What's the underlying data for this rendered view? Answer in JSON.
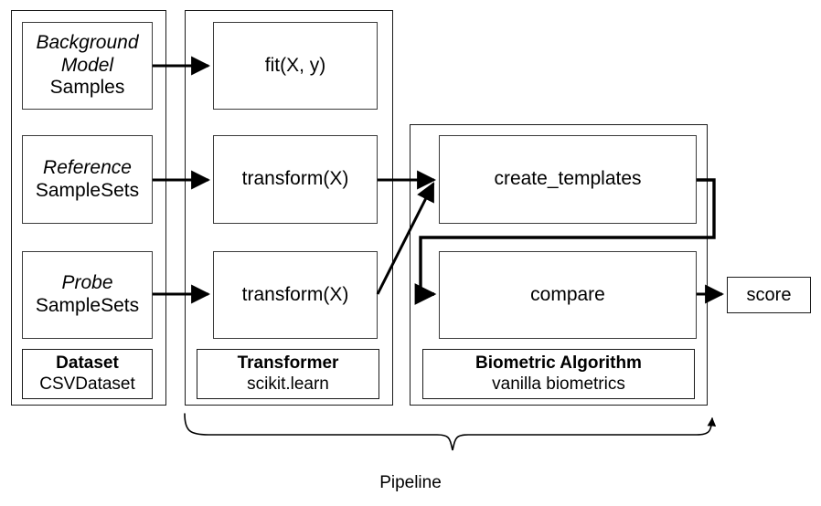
{
  "diagram": {
    "title": "Biometrics pipeline block diagram",
    "stroke_color": "#1a1a1a",
    "background": "#ffffff"
  },
  "columns": [
    {
      "id": "dataset",
      "legend_title": "Dataset",
      "legend_subtitle": "CSVDataset",
      "nodes": [
        {
          "id": "background-model-samples",
          "line1": "Background",
          "line2": "Model",
          "line3": "Samples",
          "italic_lines": 2
        },
        {
          "id": "reference-samplesets",
          "line1": "Reference",
          "line2": "SampleSets",
          "italic_lines": 1
        },
        {
          "id": "probe-samplesets",
          "line1": "Probe",
          "line2": "SampleSets",
          "italic_lines": 1
        }
      ]
    },
    {
      "id": "transformer",
      "legend_title": "Transformer",
      "legend_subtitle": "scikit.learn",
      "nodes": [
        {
          "id": "fit",
          "line1": "fit(X, y)"
        },
        {
          "id": "transform-reference",
          "line1": "transform(X)"
        },
        {
          "id": "transform-probe",
          "line1": "transform(X)"
        }
      ]
    },
    {
      "id": "biometric-algorithm",
      "legend_title": "Biometric Algorithm",
      "legend_subtitle": "vanilla biometrics",
      "nodes": [
        {
          "id": "create-templates",
          "line1": "create_templates"
        },
        {
          "id": "compare",
          "line1": "compare"
        }
      ]
    }
  ],
  "output": {
    "score_label": "score"
  },
  "brace": {
    "label": "Pipeline"
  }
}
